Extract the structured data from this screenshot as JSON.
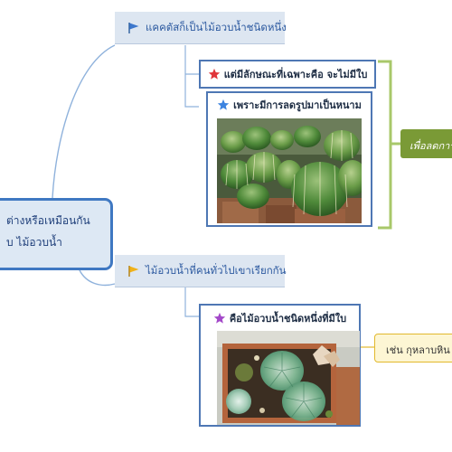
{
  "root": {
    "line1": "ต่างหรือเหมือนกัน",
    "line2": "บ ไม้อวบน้ำ"
  },
  "topic1": {
    "label": "แคคตัสก็เป็นไม้อวบน้ำชนิดหนึ่ง",
    "flag_icon": "flag-icon",
    "flag_color": "#3d77cc",
    "subtopic_a": {
      "label": "แต่มีลักษณะที่เฉพาะคือ จะไม่มีใบ",
      "icon": "star-icon",
      "icon_color": "#e0353a"
    },
    "subtopic_b": {
      "label": "เพราะมีการลดรูปมาเป็นหนาม",
      "icon": "star-icon",
      "icon_color": "#3d84e0"
    },
    "callout": {
      "label": "เพื่อลดการ"
    },
    "colors": {
      "callout_green": "#7a9a36",
      "bracket": "#a8c86a"
    }
  },
  "topic2": {
    "label": "ไม้อวบน้ำที่คนทั่วไปเขาเรียกกัน",
    "flag_icon": "flag-icon",
    "flag_color": "#f0b21a",
    "subtopic": {
      "label": "คือไม้อวบน้ำชนิดหนึ่งที่มีใบ",
      "icon": "star-icon",
      "icon_color": "#a348c9"
    },
    "callout": {
      "label": "เช่น กุหลาบหิน ฮ"
    },
    "colors": {
      "callout_border": "#e2b92d",
      "callout_bg": "#fdf6d4"
    }
  },
  "colors": {
    "accent": "#3f78c2",
    "topic_bg": "#dde6f1",
    "connector": "#8fb2dc"
  }
}
